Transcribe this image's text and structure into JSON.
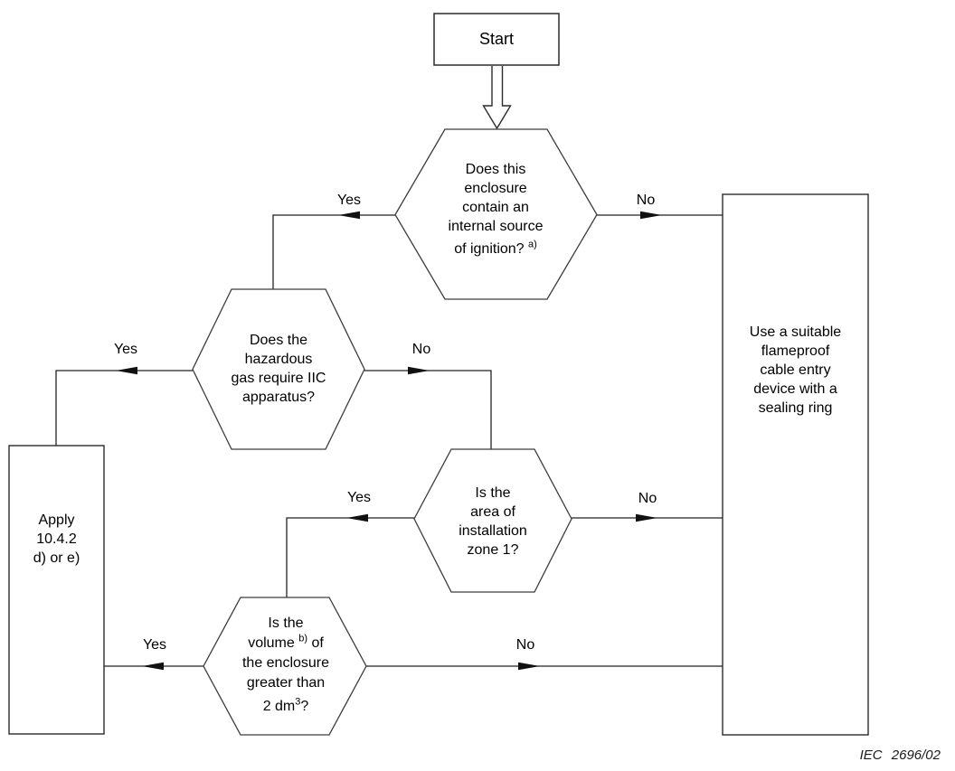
{
  "diagram": {
    "caption": "IEC 2696/02",
    "labels": {
      "yes": "Yes",
      "no": "No"
    },
    "nodes": {
      "start": {
        "label": "Start"
      },
      "q_ignition": {
        "line1": "Does this",
        "line2": "enclosure",
        "line3": "contain an",
        "line4": "internal source",
        "line5_pre": "of ignition?",
        "line5_sup": "a)"
      },
      "q_gas": {
        "line1": "Does the",
        "line2": "hazardous",
        "line3": "gas require IIC",
        "line4": "apparatus?"
      },
      "q_zone": {
        "line1": "Is the",
        "line2": "area of",
        "line3": "installation",
        "line4": "zone 1?"
      },
      "q_volume": {
        "line1": "Is the",
        "line2_pre": "volume",
        "line2_sup": "b)",
        "line2_post": "of",
        "line3": "the enclosure",
        "line4": "greater than",
        "line5_pre": "2 dm",
        "line5_sup": "3",
        "line5_post": "?"
      },
      "apply": {
        "line1": "Apply",
        "line2": "10.4.2",
        "line3": "d) or e)"
      },
      "flameproof": {
        "line1": "Use a suitable",
        "line2": "flameproof",
        "line3": "cable entry",
        "line4": "device with a",
        "line5": "sealing ring"
      }
    }
  }
}
